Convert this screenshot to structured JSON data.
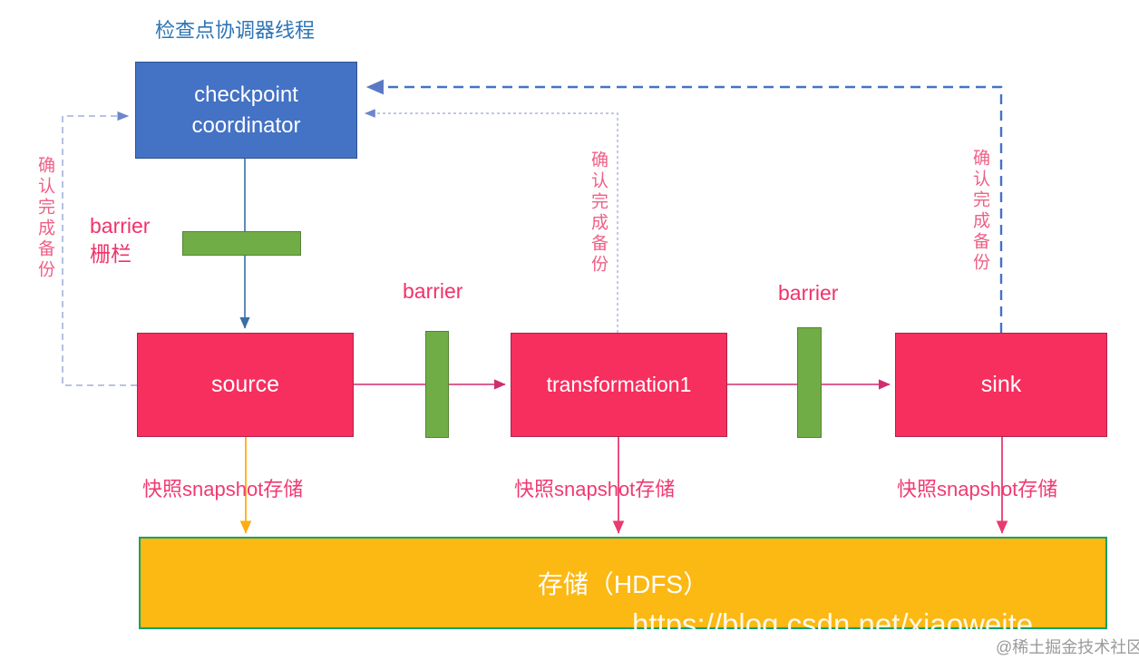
{
  "diagram": {
    "title": "检查点协调器线程",
    "title_color": "#2e75b6",
    "background": "#ffffff"
  },
  "nodes": {
    "coordinator": {
      "line1": "checkpoint",
      "line2": "coordinator",
      "fill": "#4472c4",
      "border": "#2f528f",
      "text_color": "#ffffff"
    },
    "source": {
      "label": "source",
      "fill": "#f62f5e",
      "border": "#b02048"
    },
    "transformation": {
      "label": "transformation1",
      "fill": "#f62f5e",
      "border": "#b02048"
    },
    "sink": {
      "label": "sink",
      "fill": "#f62f5e",
      "border": "#b02048"
    },
    "storage": {
      "label": "存储（HDFS）",
      "fill": "#fcb813",
      "border": "#15a06a",
      "text_color": "#ffffff"
    }
  },
  "barriers": {
    "bar_color": "#70ad47",
    "bar_border": "#548235",
    "main_label_en": "barrier",
    "main_label_cn": "栅栏",
    "label_1": "barrier",
    "label_2": "barrier",
    "label_color": "#f0336a"
  },
  "snapshot_labels": {
    "color": "#ef3a72",
    "source": "快照snapshot存储",
    "transformation": "快照snapshot存储",
    "sink": "快照snapshot存储"
  },
  "confirm_labels": {
    "color": "#ef5f86",
    "left": "确认完成备份",
    "middle": "确认完成备份",
    "right": "确认完成备份"
  },
  "connector_colors": {
    "blue_solid": "#3a6ea5",
    "blue_dashed_thin": "#8d9fd4",
    "blue_dashed_thick": "#4472c4",
    "pink_flow": "#cf2d6e",
    "orange_snapshot": "#fbad13",
    "pink_snapshot": "#e83b70"
  },
  "watermarks": {
    "url": "https://blog.csdn.net/xiaoweite",
    "site": "@稀土掘金技术社区"
  }
}
